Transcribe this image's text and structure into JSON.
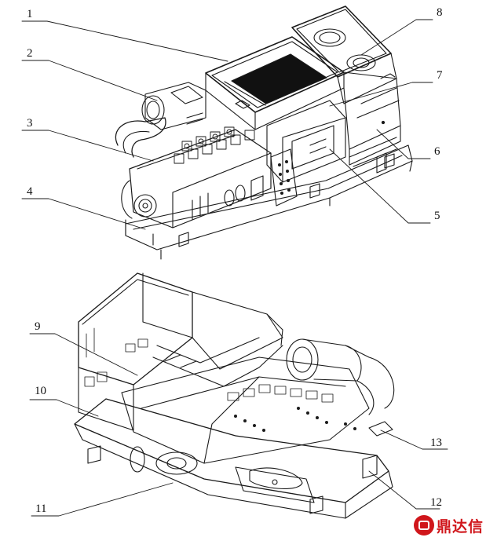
{
  "callouts": {
    "c1": "1",
    "c2": "2",
    "c3": "3",
    "c4": "4",
    "c5": "5",
    "c6": "6",
    "c7": "7",
    "c8": "8",
    "c9": "9",
    "c10": "10",
    "c11": "11",
    "c12": "12",
    "c13": "13"
  },
  "watermark": {
    "text": "鼎达信",
    "color": "#d0161b"
  },
  "colors": {
    "line": "#1a1a1a",
    "background": "#ffffff"
  }
}
